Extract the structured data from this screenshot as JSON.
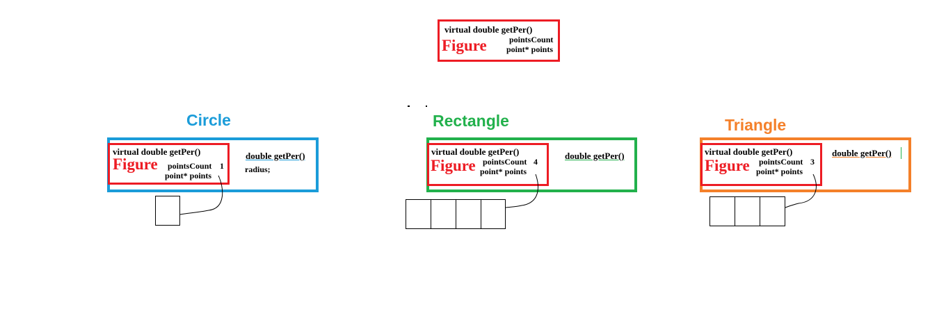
{
  "colors": {
    "figure_red": "#ed1c24",
    "circle_blue": "#1b9cd9",
    "rectangle_green": "#22b14c",
    "triangle_orange": "#f4802a",
    "line_black": "#000000"
  },
  "base": {
    "method": "virtual double getPer()",
    "count_field": "pointsCount",
    "points_field": "point* points",
    "name": "Figure"
  },
  "circle": {
    "title": "Circle",
    "inner": {
      "method": "virtual double getPer()",
      "name": "Figure",
      "count_field": "pointsCount",
      "count_value": "1",
      "points_field": "point* points"
    },
    "override": "double getPer()",
    "extra_field": "radius;",
    "points_array_size": 1
  },
  "rectangle": {
    "title": "Rectangle",
    "inner": {
      "method": "virtual double getPer()",
      "name": "Figure",
      "count_field": "pointsCount",
      "count_value": "4",
      "points_field": "point* points"
    },
    "override": "double getPer()",
    "points_array_size": 4
  },
  "triangle": {
    "title": "Triangle",
    "inner": {
      "method": "virtual double getPer()",
      "name": "Figure",
      "count_field": "pointsCount",
      "count_value": "3",
      "points_field": "point* points"
    },
    "override": "double getPer()",
    "points_array_size": 3
  }
}
